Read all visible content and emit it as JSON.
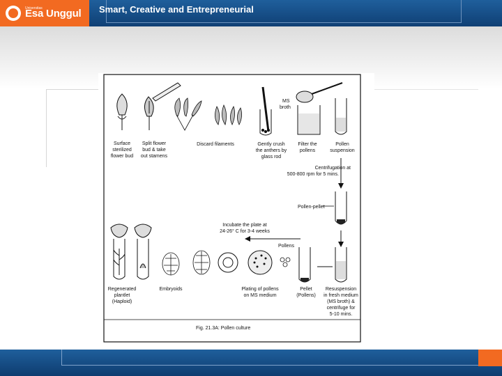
{
  "header": {
    "logo_small": "Universitas",
    "logo_name": "Esa Unggul",
    "tagline": "Smart, Creative and Entrepreneurial"
  },
  "figure": {
    "labels": {
      "surface_1": "Surface",
      "surface_2": "sterilized",
      "surface_3": "flower bud",
      "split_1": "Split flower",
      "split_2": "bud & take",
      "split_3": "out stamens",
      "discard": "Discard filaments",
      "ms_1": "MS",
      "ms_2": "broth",
      "crush_1": "Gently crush",
      "crush_2": "the anthers by",
      "crush_3": "glass rod",
      "filter_1": "Filter the",
      "filter_2": "pollens",
      "susp_1": "Pollen",
      "susp_2": "suspension",
      "centri_1": "Centrifugation at",
      "centri_2": "500-800 rpm for 5 mins.",
      "pellet_label": "Pollen-pellet",
      "incubate_1": "Incubate the plate at",
      "incubate_2": "24-26° C for 3-4 weeks",
      "pollens": "Pollens",
      "regen_1": "Regenerated",
      "regen_2": "plantlet",
      "regen_3": "(Haploid)",
      "embryoids": "Embryoids",
      "plating_1": "Plating of pollens",
      "plating_2": "on MS medium",
      "pellet_1": "Pellet",
      "pellet_2": "(Pollens)",
      "resus_1": "Resuspension",
      "resus_2": "in fresh medium",
      "resus_3": "(MS broth) &",
      "resus_4": "centrifuge for",
      "resus_5": "5-10 mins.",
      "caption": "Fig. 21.3A: Pollen culture"
    }
  }
}
